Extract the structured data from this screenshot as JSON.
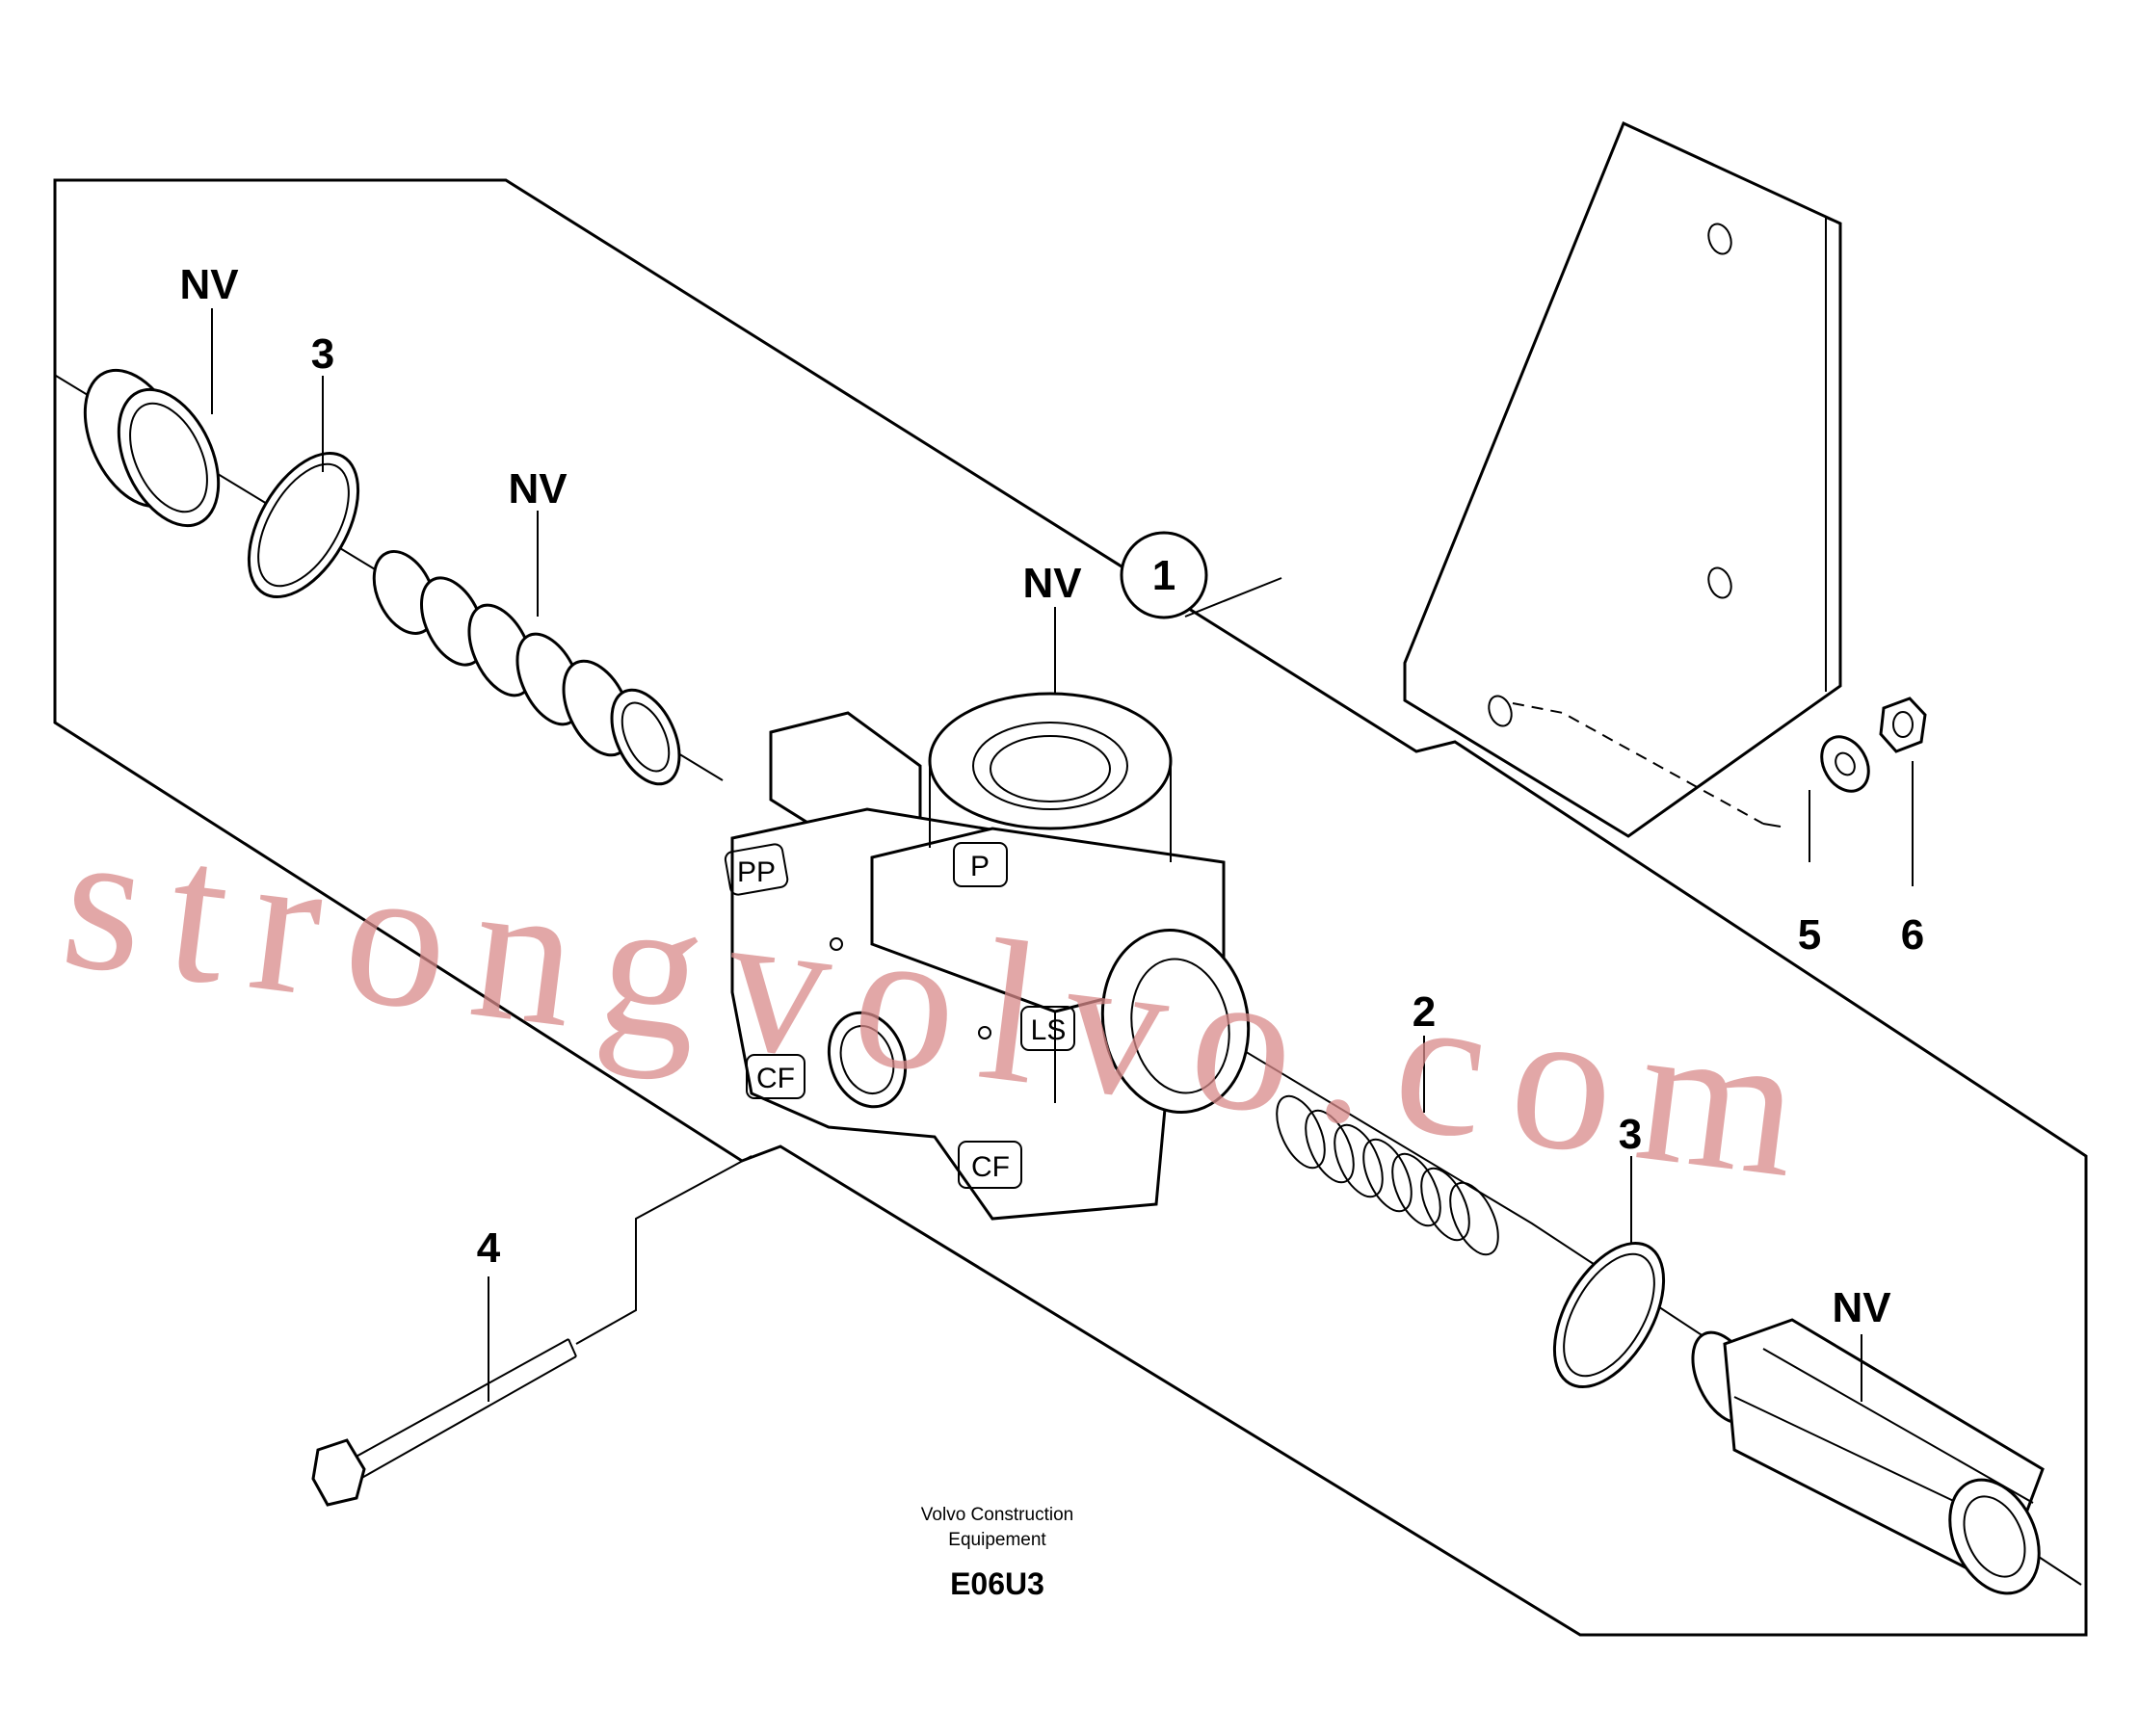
{
  "callouts": {
    "nv_plug": "NV",
    "seal_left": "3",
    "nv_spool": "NV",
    "nv_body": "NV",
    "assembly": "1",
    "spring": "2",
    "seal_right": "3",
    "washer": "5",
    "nut": "6",
    "bolt": "4",
    "nv_fitting": "NV"
  },
  "ports": {
    "pp": "PP",
    "p": "P",
    "ls": "LS",
    "cf_left": "CF",
    "cf_bottom": "CF"
  },
  "credit": {
    "line1": "Volvo Construction",
    "line2": "Equipement"
  },
  "figure_code": "E06U3",
  "watermark": "strongvolvo.com"
}
